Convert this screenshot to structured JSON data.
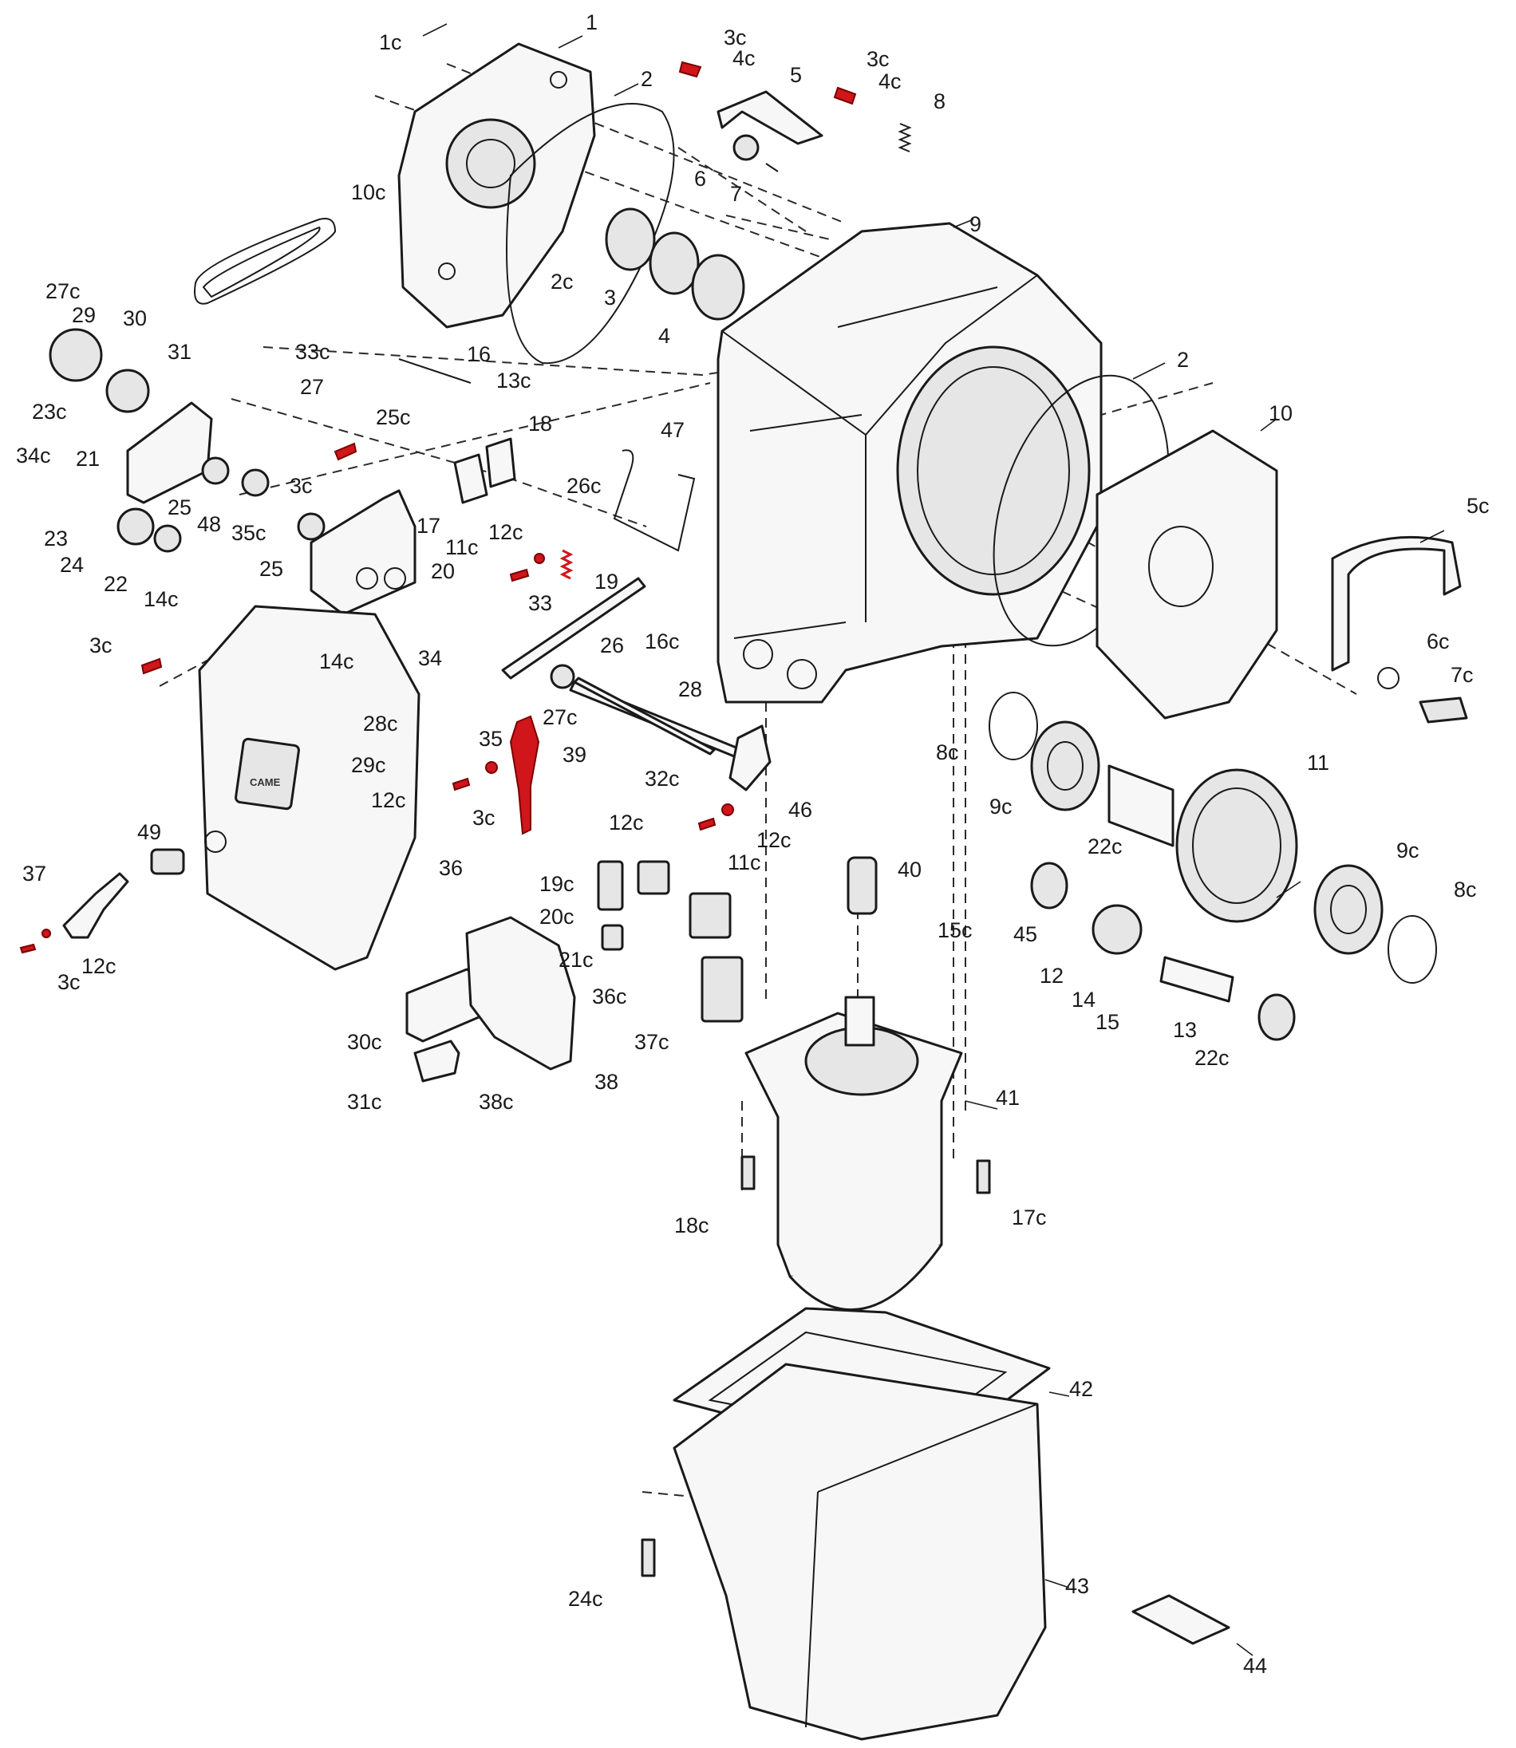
{
  "colors": {
    "line": "#1a1a1a",
    "highlight": "#d0161b",
    "background": "#ffffff"
  },
  "brand_logo_text": "CAME",
  "labels": {
    "l_1c": "1c",
    "l_1": "1",
    "l_2a": "2",
    "l_2b": "2",
    "l_3c_a": "3c",
    "l_4c_a": "4c",
    "l_5": "5",
    "l_3c_b": "3c",
    "l_4c_b": "4c",
    "l_8": "8",
    "l_6": "6",
    "l_7": "7",
    "l_9": "9",
    "l_10c": "10c",
    "l_2c": "2c",
    "l_3": "3",
    "l_4": "4",
    "l_27c_a": "27c",
    "l_29": "29",
    "l_30": "30",
    "l_31": "31",
    "l_33c": "33c",
    "l_16": "16",
    "l_13c": "13c",
    "l_23c": "23c",
    "l_27": "27",
    "l_25c": "25c",
    "l_18": "18",
    "l_47": "47",
    "l_34c": "34c",
    "l_21": "21",
    "l_3c_c": "3c",
    "l_26c": "26c",
    "l_25a": "25",
    "l_48": "48",
    "l_35c": "35c",
    "l_17": "17",
    "l_23": "23",
    "l_24": "24",
    "l_12c_a": "12c",
    "l_11c_a": "11c",
    "l_19": "19",
    "l_25b": "25",
    "l_20": "20",
    "l_22": "22",
    "l_14c_a": "14c",
    "l_33": "33",
    "l_16c": "16c",
    "l_3c_d": "3c",
    "l_26": "26",
    "l_14c_b": "14c",
    "l_34": "34",
    "l_28": "28",
    "l_27c_b": "27c",
    "l_28c": "28c",
    "l_35": "35",
    "l_29c": "29c",
    "l_39": "39",
    "l_32c": "32c",
    "l_12c_b": "12c",
    "l_46": "46",
    "l_3c_e": "3c",
    "l_12c_c": "12c",
    "l_12c_d": "12c",
    "l_11c_b": "11c",
    "l_49": "49",
    "l_37": "37",
    "l_36": "36",
    "l_19c": "19c",
    "l_20c": "20c",
    "l_3c_f": "3c",
    "l_12c_e": "12c",
    "l_21c": "21c",
    "l_36c": "36c",
    "l_30c": "30c",
    "l_37c": "37c",
    "l_38": "38",
    "l_31c": "31c",
    "l_38c": "38c",
    "l_40": "40",
    "l_15c": "15c",
    "l_10": "10",
    "l_5c": "5c",
    "l_6c": "6c",
    "l_7c": "7c",
    "l_8c_a": "8c",
    "l_9c_a": "9c",
    "l_11": "11",
    "l_22c_a": "22c",
    "l_9c_b": "9c",
    "l_8c_b": "8c",
    "l_45": "45",
    "l_12": "12",
    "l_14": "14",
    "l_15": "15",
    "l_13": "13",
    "l_22c_b": "22c",
    "l_41": "41",
    "l_18c": "18c",
    "l_17c": "17c",
    "l_42": "42",
    "l_43": "43",
    "l_24c": "24c",
    "l_44": "44"
  }
}
